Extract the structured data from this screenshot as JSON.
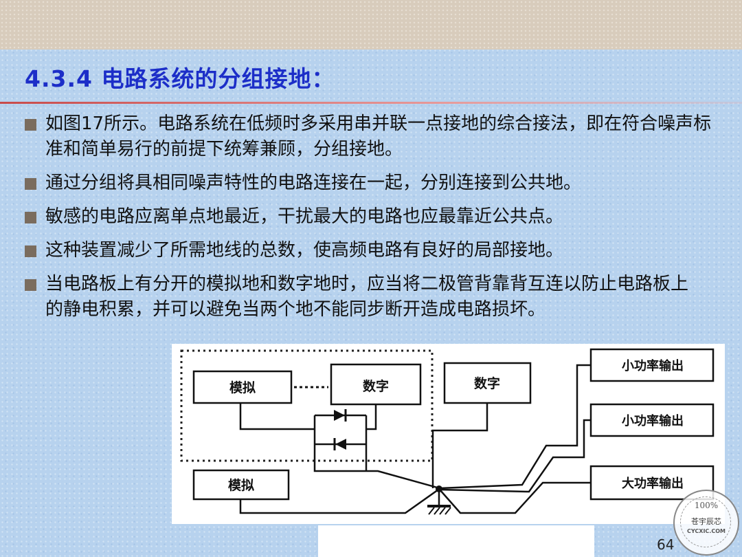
{
  "slide": {
    "title": "4.3.4 电路系统的分组接地：",
    "page_number": "64",
    "bullets": [
      "如图17所示。电路系统在低频时多采用串并联一点接地的综合接法，即在符合噪声标准和简单易行的前提下统筹兼顾，分组接地。",
      "通过分组将具相同噪声特性的电路连接在一起，分别连接到公共地。",
      "敏感的电路应离单点地最近，干扰最大的电路也应最靠近公共点。",
      "这种装置减少了所需地线的总数，使高频电路有良好的局部接地。",
      "当电路板上有分开的模拟地和数字地时，应当将二极管背靠背互连以防止电路板上的静电积累，并可以避免当两个地不能同步断开造成电路损坏。"
    ]
  },
  "diagram": {
    "box_analog_top": "模拟",
    "box_digital_top": "数字",
    "box_digital_right": "数字",
    "box_analog_bottom": "模拟",
    "box_small_power_1": "小功率输出",
    "box_small_power_2": "小功率输出",
    "box_large_power": "大功率输出",
    "ground_symbol": "ground-icon",
    "diode_symbol": "diode-icon"
  },
  "watermark": {
    "seal_label": "100%",
    "seal_name": "苍宇辰芯",
    "seal_url": "CYCXIC.COM"
  }
}
